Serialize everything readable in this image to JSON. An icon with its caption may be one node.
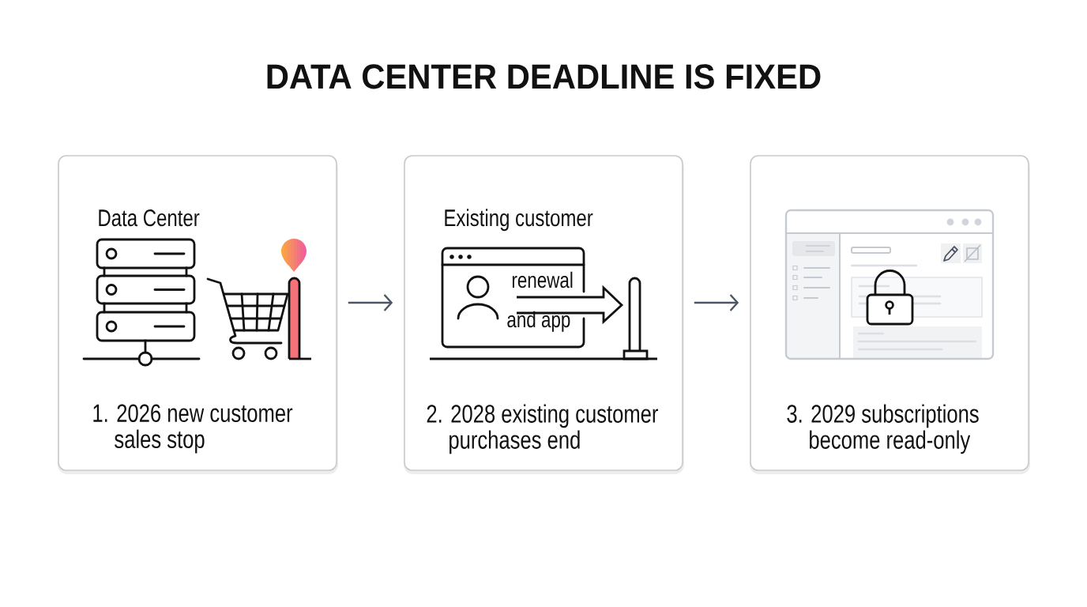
{
  "diagram": {
    "title": "DATA CENTER DEADLINE IS FIXED",
    "nodes": [
      {
        "text": [
          "Data Center",
          "1. 2026 new customer sales stop"
        ]
      },
      {
        "text": [
          "Existing customer",
          "renewal",
          "and app",
          "2. 2028 existing customer purchases end"
        ]
      },
      {
        "text": [
          "3. 2029 subscriptions become read-only"
        ]
      }
    ],
    "edges": [
      {
        "from": 0,
        "to": 1,
        "arrow": "to"
      },
      {
        "from": 1,
        "to": 2,
        "arrow": "to"
      }
    ]
  }
}
